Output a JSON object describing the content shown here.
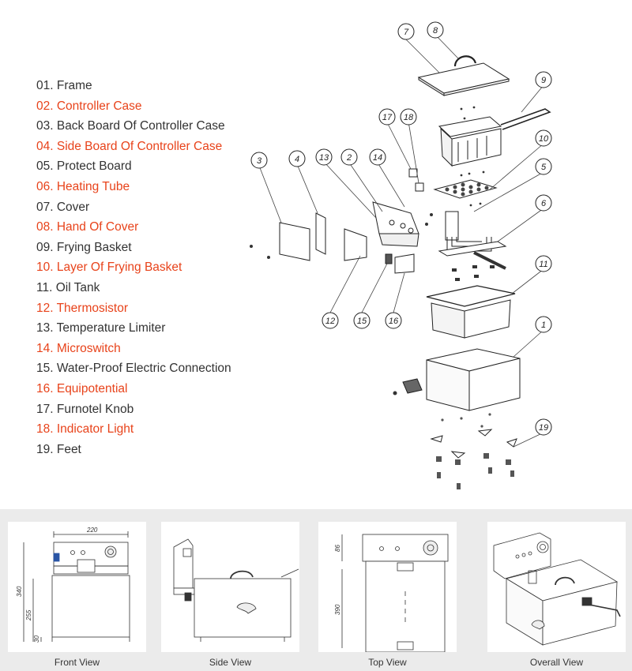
{
  "colors": {
    "text": "#333333",
    "highlight": "#e8431b",
    "line": "#222222",
    "panel_bg": "#ebebeb"
  },
  "parts": [
    {
      "label": "01. Frame",
      "highlight": false
    },
    {
      "label": "02. Controller Case",
      "highlight": true
    },
    {
      "label": "03. Back Board Of Controller Case",
      "highlight": false
    },
    {
      "label": "04. Side Board Of Controller Case",
      "highlight": true
    },
    {
      "label": "05. Protect Board",
      "highlight": false
    },
    {
      "label": "06. Heating Tube",
      "highlight": true
    },
    {
      "label": "07. Cover",
      "highlight": false
    },
    {
      "label": "08. Hand Of Cover",
      "highlight": true
    },
    {
      "label": "09. Frying Basket",
      "highlight": false
    },
    {
      "label": "10. Layer Of Frying Basket",
      "highlight": true
    },
    {
      "label": "11. Oil Tank",
      "highlight": false
    },
    {
      "label": "12. Thermosistor",
      "highlight": true
    },
    {
      "label": "13. Temperature Limiter",
      "highlight": false
    },
    {
      "label": "14. Microswitch",
      "highlight": true
    },
    {
      "label": "15. Water-Proof Electric Connection",
      "highlight": false
    },
    {
      "label": "16. Equipotential",
      "highlight": true
    },
    {
      "label": "17. Furnotel Knob",
      "highlight": false
    },
    {
      "label": "18. Indicator Light",
      "highlight": true
    },
    {
      "label": "19. Feet",
      "highlight": false
    }
  ],
  "callouts": [
    "7",
    "8",
    "9",
    "17",
    "18",
    "10",
    "5",
    "3",
    "4",
    "13",
    "2",
    "14",
    "6",
    "11",
    "12",
    "15",
    "16",
    "1",
    "19"
  ],
  "dimensions": {
    "width": "220",
    "height_total": "340",
    "height_tank": "255",
    "feet": "30",
    "panel": "86",
    "depth": "390"
  },
  "views": [
    {
      "caption": "Front View"
    },
    {
      "caption": "Side View"
    },
    {
      "caption": "Top View"
    },
    {
      "caption": "Overall View"
    }
  ]
}
